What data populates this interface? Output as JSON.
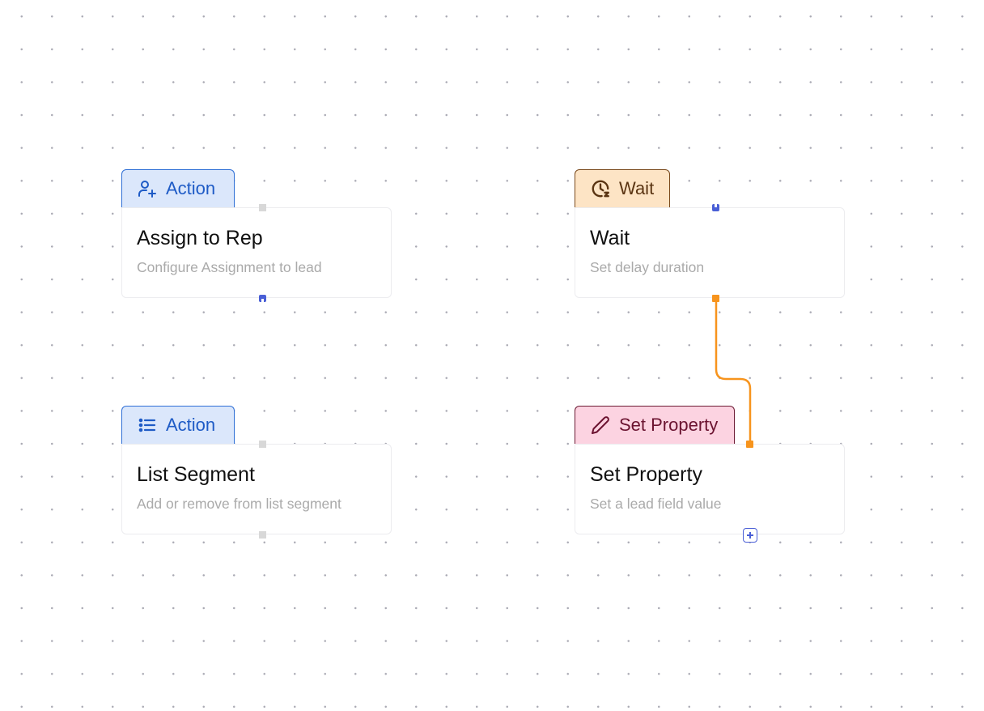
{
  "nodes": [
    {
      "id": "assign-to-rep",
      "tab_label": "Action",
      "tab_icon": "user-plus-icon",
      "title": "Assign to Rep",
      "subtitle": "Configure Assignment to lead"
    },
    {
      "id": "wait",
      "tab_label": "Wait",
      "tab_icon": "clock-icon",
      "title": "Wait",
      "subtitle": "Set delay duration"
    },
    {
      "id": "list-segment",
      "tab_label": "Action",
      "tab_icon": "list-icon",
      "title": "List Segment",
      "subtitle": "Add or remove from list segment"
    },
    {
      "id": "set-property",
      "tab_label": "Set Property",
      "tab_icon": "pencil-icon",
      "title": "Set Property",
      "subtitle": "Set a lead field value"
    }
  ],
  "edges": [
    {
      "from": "wait",
      "to": "set-property",
      "color": "#f7941d"
    }
  ],
  "colors": {
    "action_bg": "#dbe7fb",
    "action_text": "#1e5bc6",
    "wait_bg": "#fde4c5",
    "wait_text": "#5a3412",
    "property_bg": "#fcd3e1",
    "property_text": "#6b1330",
    "handle_active": "#4a5fd6",
    "edge": "#f7941d"
  }
}
